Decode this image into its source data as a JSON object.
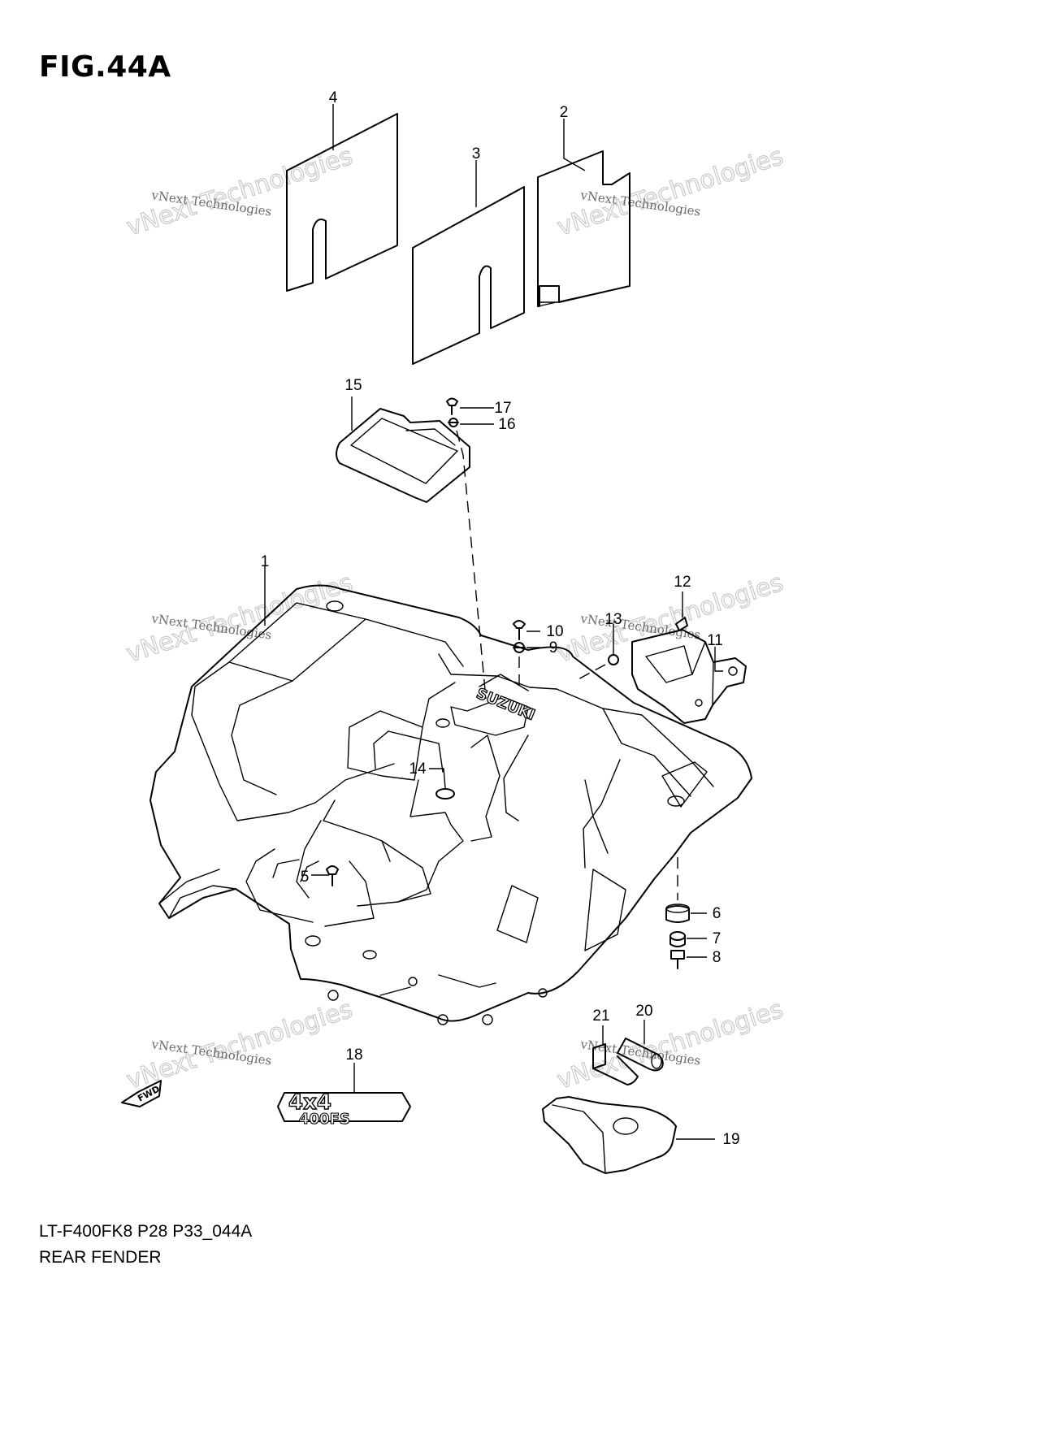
{
  "figure": {
    "title": "FIG.44A",
    "code": "LT-F400FK8 P28 P33_044A",
    "name": "REAR FENDER"
  },
  "callouts": [
    "1",
    "2",
    "3",
    "4",
    "5",
    "6",
    "7",
    "8",
    "9",
    "10",
    "11",
    "12",
    "13",
    "14",
    "15",
    "16",
    "17",
    "18",
    "19",
    "20",
    "21"
  ],
  "watermark": {
    "line1": "vNext Technologies",
    "line2": "vNext Technologies"
  },
  "labels": {
    "brand_on_fender": "SUZUKI",
    "decal_line1": "4x4",
    "decal_line2": "400FS",
    "arrow": "FWD"
  }
}
